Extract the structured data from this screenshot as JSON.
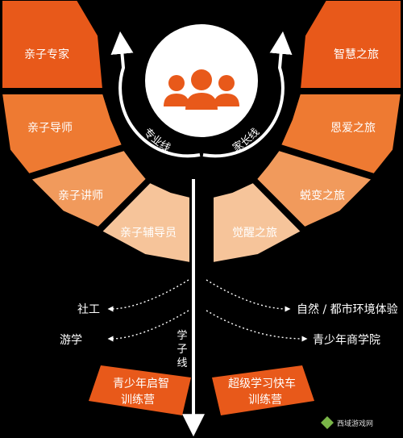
{
  "left_segments": [
    "亲子专家",
    "亲子导师",
    "亲子讲师",
    "亲子辅导员"
  ],
  "right_segments": [
    "智慧之旅",
    "恩爱之旅",
    "蜕变之旅",
    "觉醒之旅"
  ],
  "arcs": {
    "left": "专业线",
    "right": "家长线"
  },
  "center_axis": "学子线",
  "left_branches": [
    "社工",
    "游学"
  ],
  "right_branches": [
    "自然 / 都市环境体验",
    "青少年商学院"
  ],
  "bottom_left_pill": [
    "青少年启智",
    "训练营"
  ],
  "bottom_right_pill": [
    "超级学习快车",
    "训练营"
  ],
  "watermark": "西域游戏网",
  "colors": {
    "ring1": "#e8591a",
    "ring2": "#ee7a32",
    "ring3": "#f19a5c",
    "ring4": "#f6c49a",
    "pill": "#e8591a",
    "people": "#e8591a"
  }
}
